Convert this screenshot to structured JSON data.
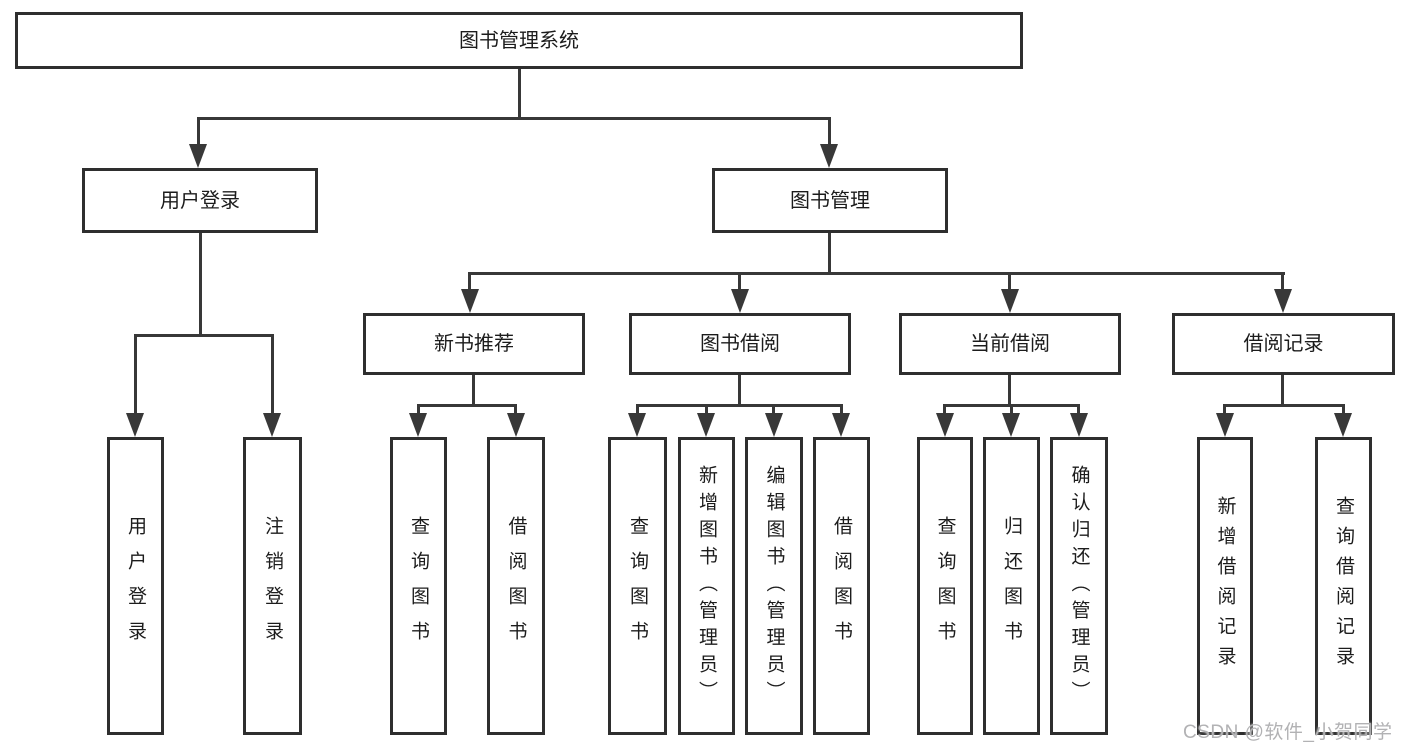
{
  "diagram_type": "tree",
  "colors": {
    "background": "#ffffff",
    "box_border": "#2e2e2e",
    "connector": "#383838",
    "text": "#1c1c1c",
    "watermark_text": "#b2b2b4"
  },
  "tree": {
    "root": {
      "label": "图书管理系统"
    },
    "branches": [
      {
        "label": "用户登录",
        "children": [
          {
            "label": "用户登录"
          },
          {
            "label": "注销登录"
          }
        ]
      },
      {
        "label": "图书管理",
        "children": [
          {
            "label": "新书推荐",
            "children": [
              {
                "label": "查询图书"
              },
              {
                "label": "借阅图书"
              }
            ]
          },
          {
            "label": "图书借阅",
            "children": [
              {
                "label": "查询图书"
              },
              {
                "label": "新增图书（管理员）"
              },
              {
                "label": "编辑图书（管理员）"
              },
              {
                "label": "借阅图书"
              }
            ]
          },
          {
            "label": "当前借阅",
            "children": [
              {
                "label": "查询图书"
              },
              {
                "label": "归还图书"
              },
              {
                "label": "确认归还（管理员）"
              }
            ]
          },
          {
            "label": "借阅记录",
            "children": [
              {
                "label": "新增借阅记录"
              },
              {
                "label": "查询借阅记录"
              }
            ]
          }
        ]
      }
    ]
  },
  "watermark": {
    "text": "CSDN @软件_小贺同学"
  }
}
